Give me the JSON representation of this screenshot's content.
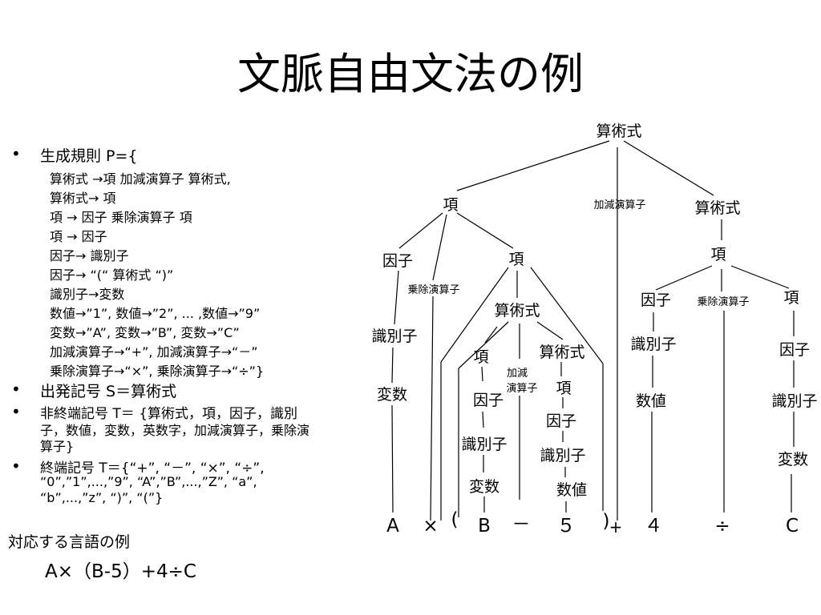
{
  "title": "文脈自由文法の例",
  "rules": {
    "production_head": "生成規則 P={",
    "productions": [
      "算術式 →項 加減演算子 算術式,",
      "算術式→ 項",
      "項 → 因子 乗除演算子 項",
      "項 → 因子",
      "因子→ 識別子",
      "因子→ “(“ 算術式 “)”",
      "識別子→変数",
      "数値→”1”, 数値→”2”, ... ,数値→”9”",
      "変数→”A”, 変数→”B”, 変数→”C”",
      "加減演算子→“+”, 加減演算子→“－”",
      "乗除演算子→“×”, 乗除演算子→“÷”}"
    ],
    "start": "出発記号 S＝算術式",
    "nonterminal_lines": [
      "非終端記号 T＝ {算術式，項，因子，識別",
      "子，数値，変数，英数字，加減演算子，乗除演",
      "算子}"
    ],
    "terminal_lines": [
      "終端記号 T＝{“+”, “－”, “×”, “÷”,",
      "“0”,”1”,...,”9”, “A”,”B”,...,”Z”, “a”,",
      "“b”,...,”z”, “)”, “(”}"
    ]
  },
  "caption": "対応する言語の例",
  "example": "A×（B-5）+4÷C",
  "tree": {
    "root": "算術式",
    "n_kou1": "項",
    "n_kagen1": "加減演算子",
    "n_sanjutsu2": "算術式",
    "n_inshi1": "因子",
    "n_jojo1": "乗除演算子",
    "n_kou2": "項",
    "n_kou5": "項",
    "n_shikibetsu1": "識別子",
    "n_hensu1": "変数",
    "n_sanjutsu3": "算術式",
    "n_kou3": "項",
    "n_kagen2_l1": "加減",
    "n_kagen2_l2": "演算子",
    "n_sanjutsu4": "算術式",
    "n_inshi2": "因子",
    "n_shikibetsu2": "識別子",
    "n_hensu2": "変数",
    "n_kou4": "項",
    "n_inshi3": "因子",
    "n_shikibetsu3": "識別子",
    "n_suchi1": "数値",
    "n_inshi4": "因子",
    "n_jojo2": "乗除演算子",
    "n_kou6": "項",
    "n_shikibetsu4": "識別子",
    "n_suchi2": "数値",
    "n_inshi5": "因子",
    "n_shikibetsu5": "識別子",
    "n_hensu3": "変数",
    "t_A": "A",
    "t_times": "×",
    "t_lparen": "(",
    "t_B": "B",
    "t_minus": "－",
    "t_5": "５",
    "t_rparen": ")",
    "t_plus": "+",
    "t_4": "４",
    "t_div": "÷",
    "t_C": "C"
  }
}
